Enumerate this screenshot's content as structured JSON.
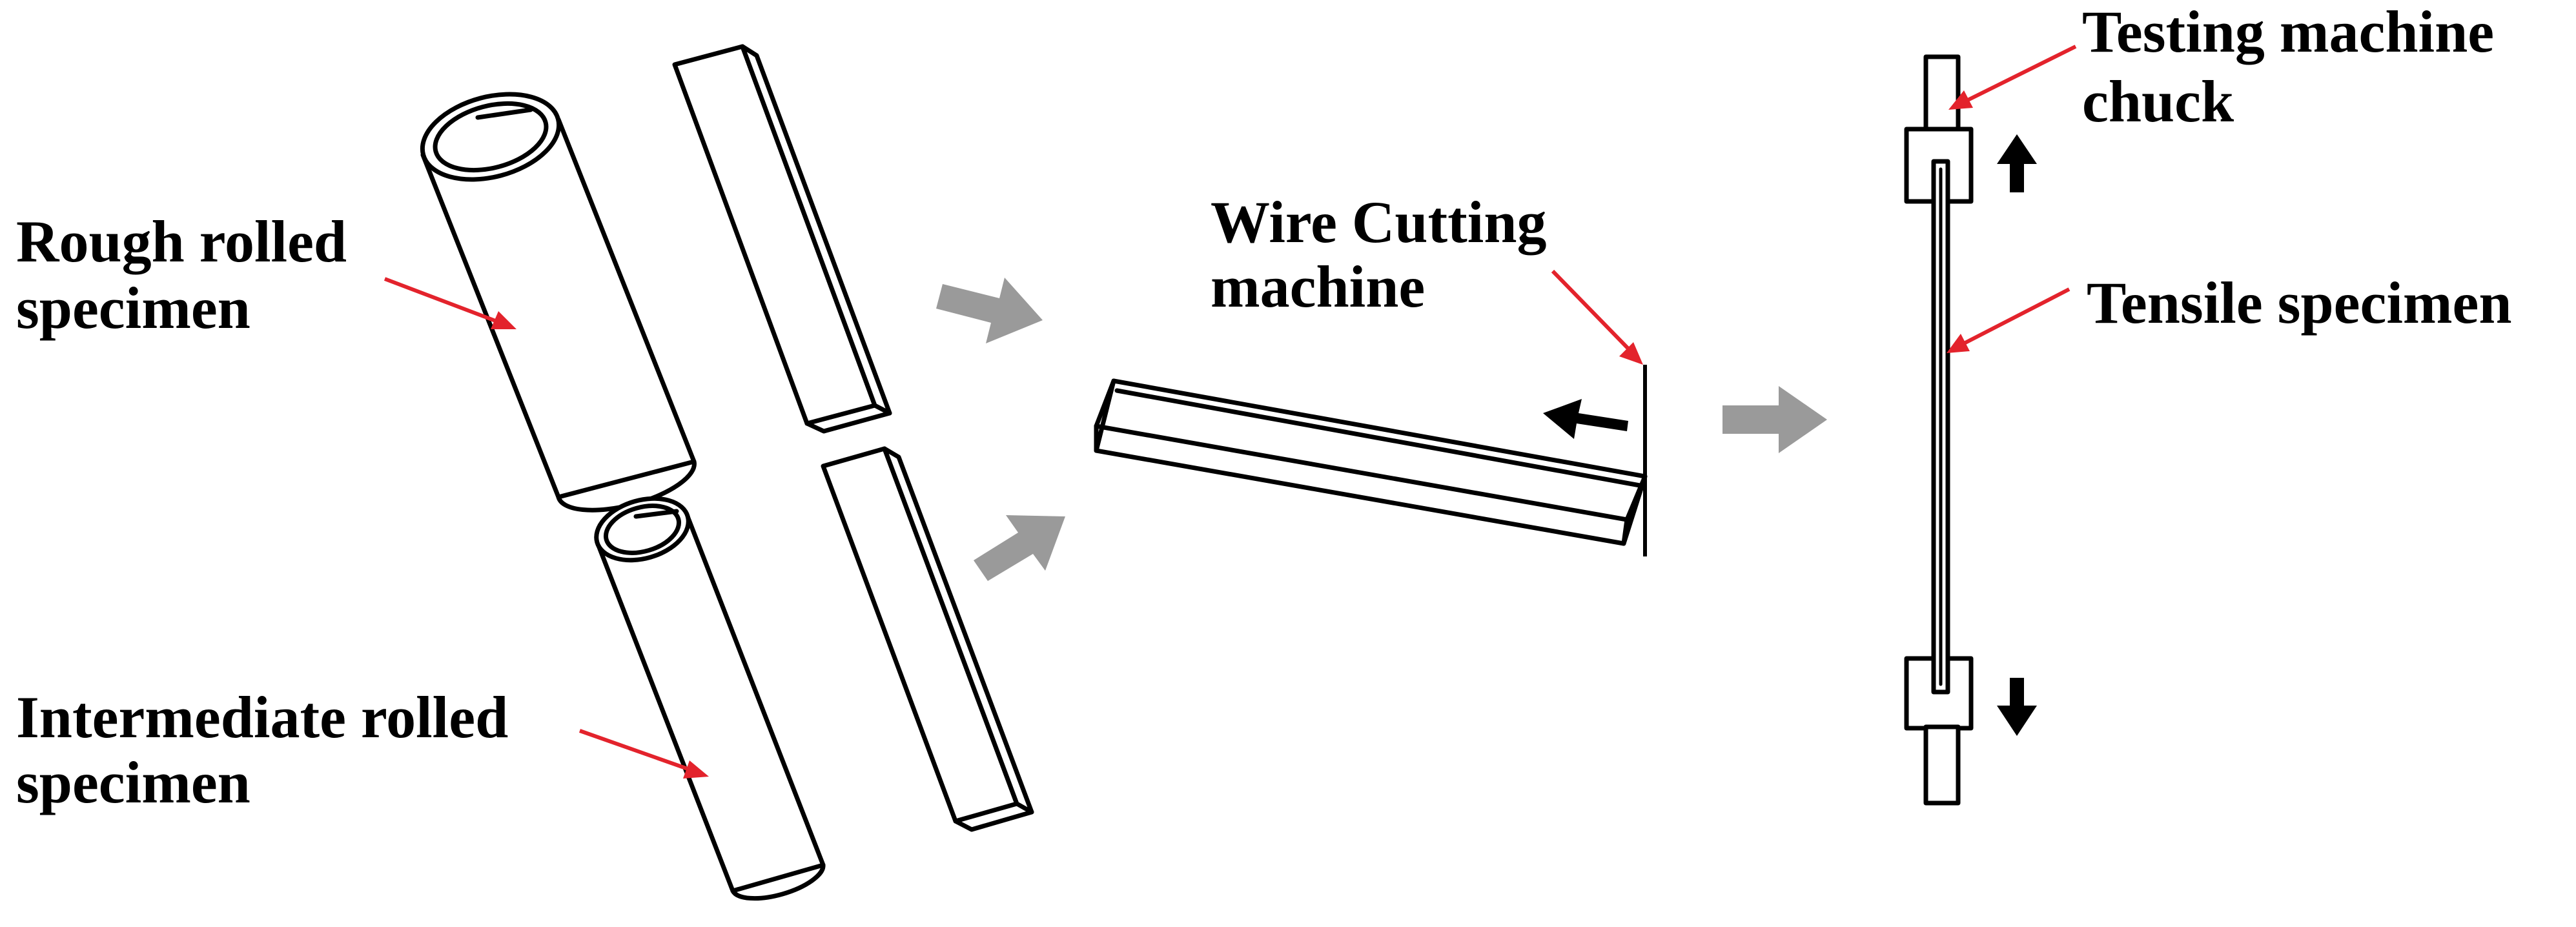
{
  "labels": {
    "rough_line1": "Rough rolled",
    "rough_line2": "specimen",
    "intermediate_line1": "Intermediate rolled",
    "intermediate_line2": "specimen",
    "wire_line1": "Wire Cutting",
    "wire_line2": "machine",
    "chuck_line1": "Testing machine",
    "chuck_line2": "chuck",
    "tensile": "Tensile specimen"
  },
  "colors": {
    "leader_line": "#e3232c",
    "process_arrow": "#9a9a9a",
    "motion_arrow": "#000000",
    "outline": "#000000"
  }
}
